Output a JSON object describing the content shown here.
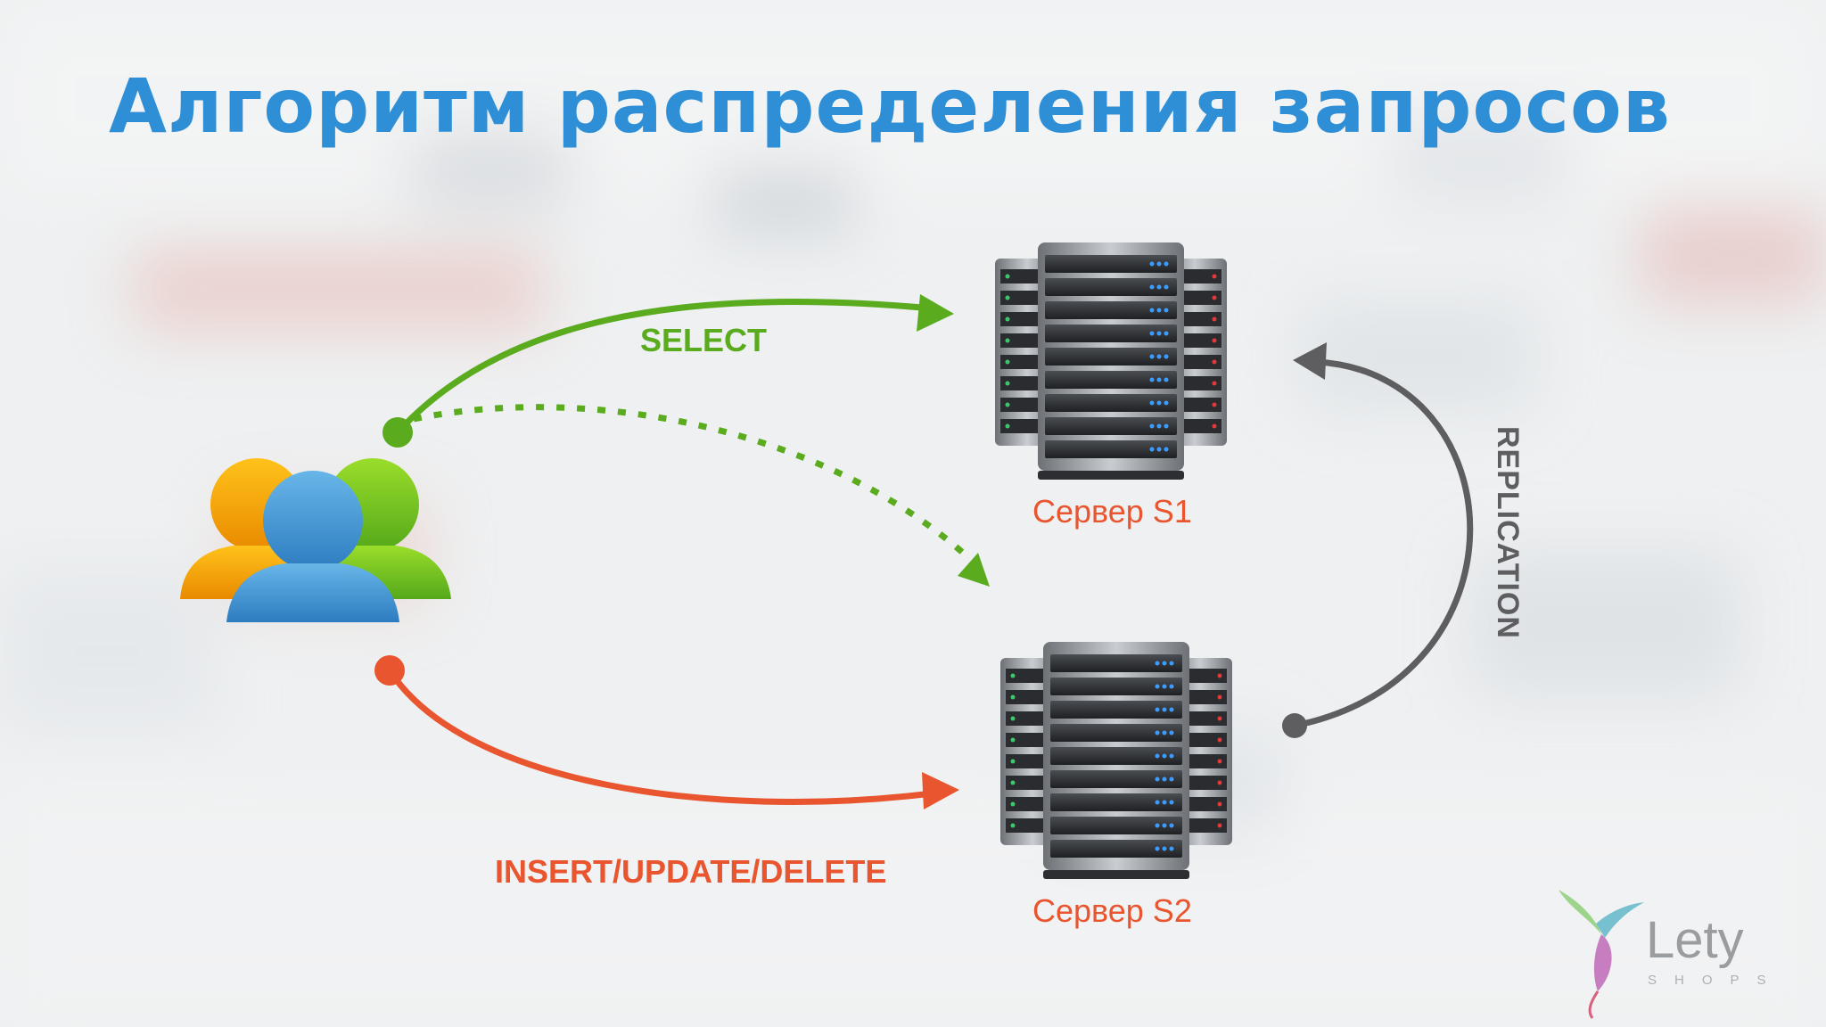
{
  "slide": {
    "title": "Алгоритм распределения запросов"
  },
  "diagram": {
    "select_label": "SELECT",
    "write_label": "INSERT/UPDATE/DELETE",
    "replication_label": "REPLICATION",
    "server1_label": "Сервер S1",
    "server2_label": "Сервер S2",
    "users_icon": "users-group-icon",
    "server_icon": "server-rack-icon"
  },
  "logo": {
    "brand": "Lety",
    "sub": "SHOPS"
  },
  "colors": {
    "title": "#2f8fd6",
    "select": "#5aab1e",
    "write": "#e8552e",
    "replication": "#5e5e60",
    "server_label": "#e8552e"
  }
}
